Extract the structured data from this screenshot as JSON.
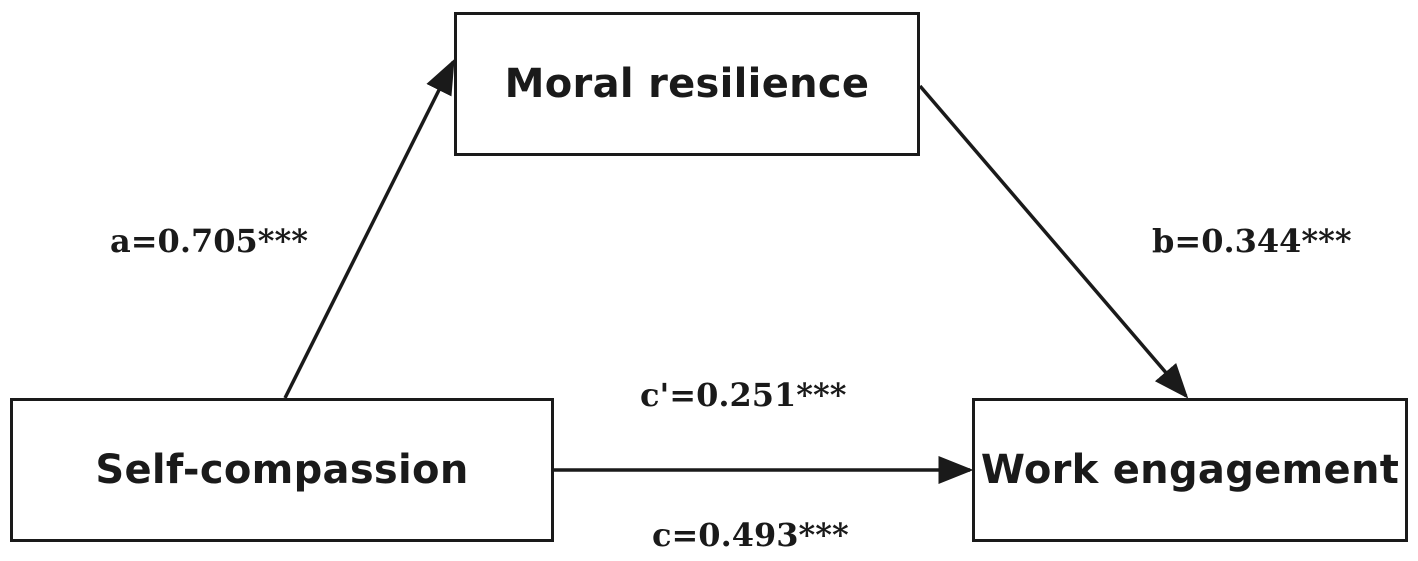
{
  "nodes": {
    "mediator": "Moral resilience",
    "predictor": "Self-compassion",
    "outcome": "Work engagement"
  },
  "paths": {
    "a": "a=0.705***",
    "b": "b=0.344***",
    "c_prime": "c'=0.251***",
    "c": "c=0.493***"
  },
  "colors": {
    "line": "#1a1a1a",
    "background": "#ffffff"
  }
}
